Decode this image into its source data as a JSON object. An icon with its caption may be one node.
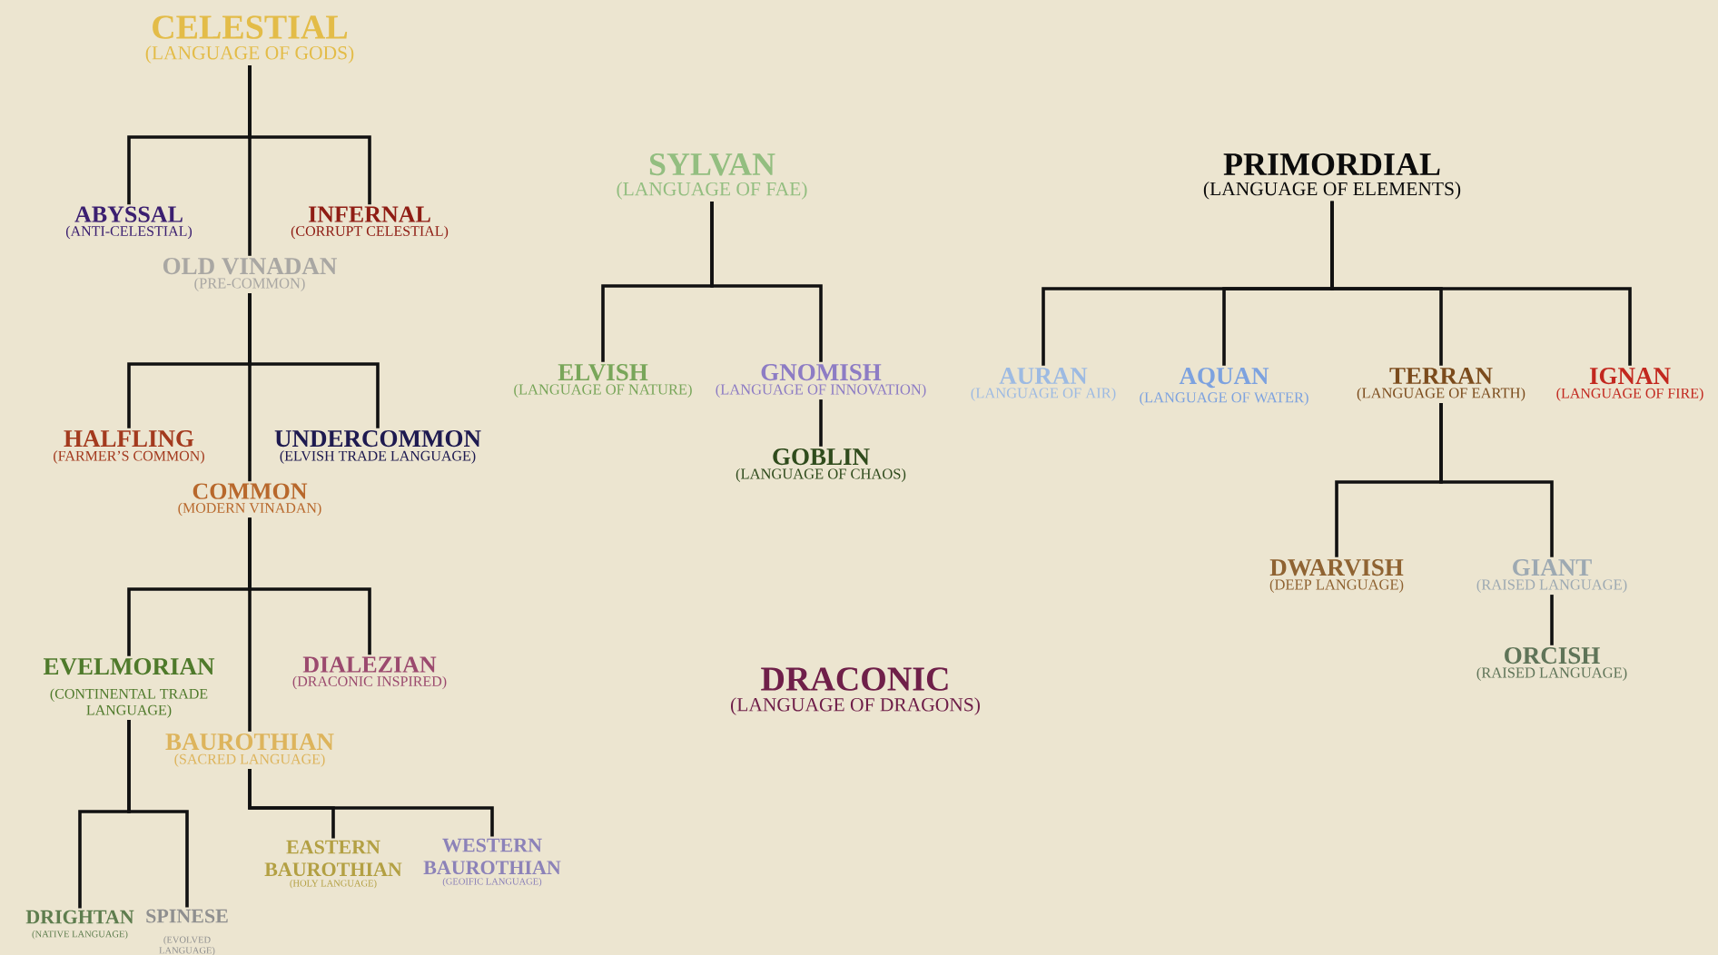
{
  "diagram": {
    "nodes": [
      {
        "text": [
          "CELESTIAL",
          "(LANGUAGE OF GODS)"
        ]
      },
      {
        "text": [
          "ABYSSAL",
          "(ANTI-CELESTIAL)"
        ]
      },
      {
        "text": [
          "INFERNAL",
          "(CORRUPT CELESTIAL)"
        ]
      },
      {
        "text": [
          "OLD VINADAN",
          "(PRE-COMMON)"
        ]
      },
      {
        "text": [
          "HALFLING",
          "(FARMER’S COMMON)"
        ]
      },
      {
        "text": [
          "UNDERCOMMON",
          "(ELVISH TRADE LANGUAGE)"
        ]
      },
      {
        "text": [
          "COMMON",
          "(MODERN VINADAN)"
        ]
      },
      {
        "text": [
          "EVELMORIAN",
          "(CONTINENTAL TRADE LANGUAGE)"
        ]
      },
      {
        "text": [
          "DIALEZIAN",
          "(DRACONIC INSPIRED)"
        ]
      },
      {
        "text": [
          "BAUROTHIAN",
          "(SACRED LANGUAGE)"
        ]
      },
      {
        "text": [
          "DRIGHTAN",
          "(NATIVE LANGUAGE)"
        ]
      },
      {
        "text": [
          "SPINESE",
          "(EVOLVED LANGUAGE)"
        ]
      },
      {
        "text": [
          "EASTERN BAUROTHIAN",
          "(HOLY LANGUAGE)"
        ]
      },
      {
        "text": [
          "WESTERN BAUROTHIAN",
          "(GEOIFIC LANGUAGE)"
        ]
      },
      {
        "text": [
          "SYLVAN",
          "(LANGUAGE OF FAE)"
        ]
      },
      {
        "text": [
          "ELVISH",
          "(LANGUAGE OF NATURE)"
        ]
      },
      {
        "text": [
          "GNOMISH",
          "(LANGUAGE OF INNOVATION)"
        ]
      },
      {
        "text": [
          "GOBLIN",
          "(LANGUAGE OF CHAOS)"
        ]
      },
      {
        "text": [
          "PRIMORDIAL",
          "(LANGUAGE OF ELEMENTS)"
        ]
      },
      {
        "text": [
          "AURAN",
          "(LANGUAGE OF AIR)"
        ]
      },
      {
        "text": [
          "AQUAN",
          "(LANGUAGE OF WATER)"
        ]
      },
      {
        "text": [
          "TERRAN",
          "(LANGUAGE OF EARTH)"
        ]
      },
      {
        "text": [
          "IGNAN",
          "(LANGUAGE OF FIRE)"
        ]
      },
      {
        "text": [
          "DWARVISH",
          "(DEEP LANGUAGE)"
        ]
      },
      {
        "text": [
          "GIANT",
          "(RAISED LANGUAGE)"
        ]
      },
      {
        "text": [
          "ORCISH",
          "(RAISED LANGUAGE)"
        ]
      },
      {
        "text": [
          "DRACONIC",
          "(LANGUAGE OF DRAGONS)"
        ]
      }
    ],
    "edges": [
      {
        "from": 0,
        "to": 1,
        "arrow": "none"
      },
      {
        "from": 0,
        "to": 2,
        "arrow": "none"
      },
      {
        "from": 0,
        "to": 3,
        "arrow": "none"
      },
      {
        "from": 3,
        "to": 4,
        "arrow": "none"
      },
      {
        "from": 3,
        "to": 5,
        "arrow": "none"
      },
      {
        "from": 3,
        "to": 6,
        "arrow": "none"
      },
      {
        "from": 6,
        "to": 7,
        "arrow": "none"
      },
      {
        "from": 6,
        "to": 8,
        "arrow": "none"
      },
      {
        "from": 6,
        "to": 9,
        "arrow": "none"
      },
      {
        "from": 7,
        "to": 10,
        "arrow": "none"
      },
      {
        "from": 7,
        "to": 11,
        "arrow": "none"
      },
      {
        "from": 9,
        "to": 12,
        "arrow": "none"
      },
      {
        "from": 9,
        "to": 13,
        "arrow": "none"
      },
      {
        "from": 14,
        "to": 15,
        "arrow": "none"
      },
      {
        "from": 14,
        "to": 16,
        "arrow": "none"
      },
      {
        "from": 16,
        "to": 17,
        "arrow": "none"
      },
      {
        "from": 18,
        "to": 19,
        "arrow": "none"
      },
      {
        "from": 18,
        "to": 20,
        "arrow": "none"
      },
      {
        "from": 18,
        "to": 21,
        "arrow": "none"
      },
      {
        "from": 18,
        "to": 22,
        "arrow": "none"
      },
      {
        "from": 21,
        "to": 23,
        "arrow": "none"
      },
      {
        "from": 21,
        "to": 24,
        "arrow": "none"
      },
      {
        "from": 24,
        "to": 25,
        "arrow": "none"
      }
    ]
  }
}
